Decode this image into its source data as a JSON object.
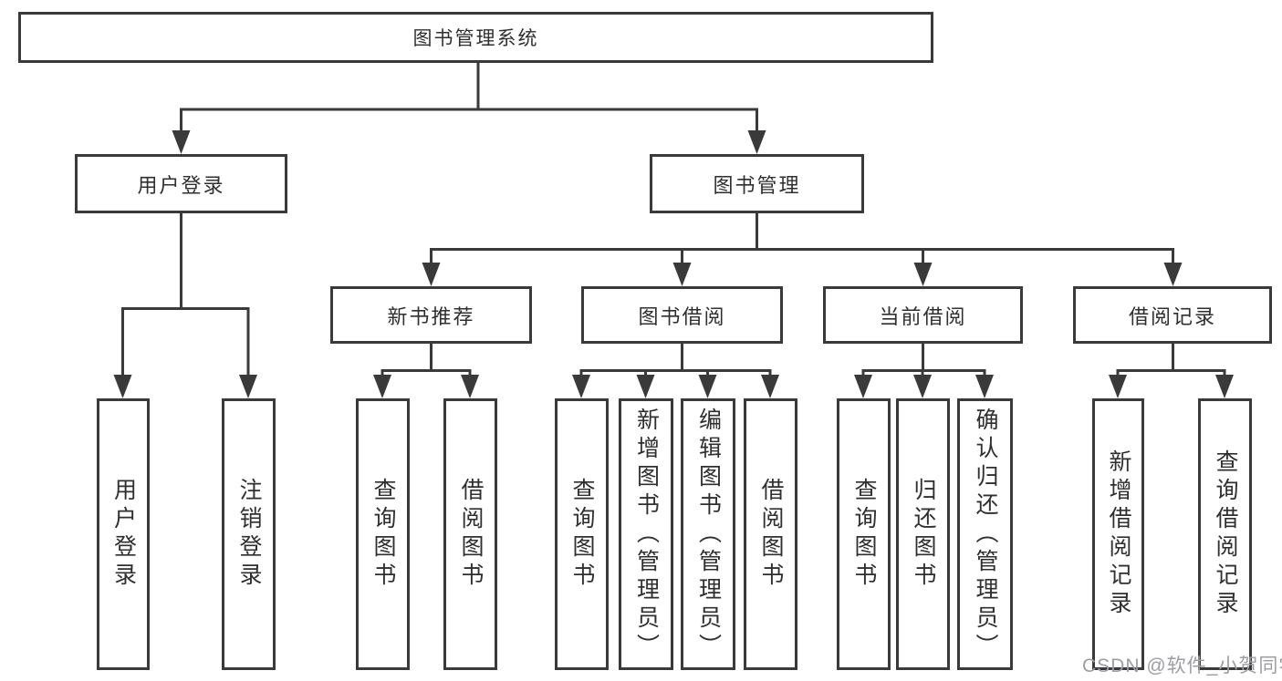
{
  "diagram": {
    "root": {
      "label": "图书管理系统"
    },
    "level1": [
      {
        "label": "用户登录",
        "children": [
          {
            "label": "用户登录"
          },
          {
            "label": "注销登录"
          }
        ]
      },
      {
        "label": "图书管理",
        "children": [
          {
            "label": "新书推荐",
            "children": [
              {
                "label": "查询图书"
              },
              {
                "label": "借阅图书"
              }
            ]
          },
          {
            "label": "图书借阅",
            "children": [
              {
                "label": "查询图书"
              },
              {
                "label": "新增图书（管理员）"
              },
              {
                "label": "编辑图书（管理员）"
              },
              {
                "label": "借阅图书"
              }
            ]
          },
          {
            "label": "当前借阅",
            "children": [
              {
                "label": "查询图书"
              },
              {
                "label": "归还图书"
              },
              {
                "label": "确认归还（管理员）"
              }
            ]
          },
          {
            "label": "借阅记录",
            "children": [
              {
                "label": "新增借阅记录"
              },
              {
                "label": "查询借阅记录"
              }
            ]
          }
        ]
      }
    ]
  },
  "watermark": {
    "text": "CSDN @软件_小贺同学"
  },
  "colors": {
    "line": "#3a3a3a",
    "text": "#2f2f2f",
    "watermark": "#9d9da2",
    "background": "#ffffff"
  }
}
